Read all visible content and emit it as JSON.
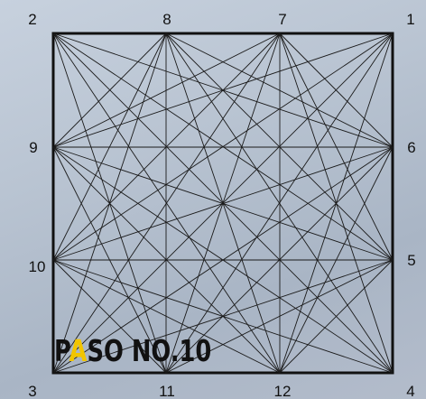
{
  "points": [
    {
      "label": "1"
    },
    {
      "label": "2"
    },
    {
      "label": "3"
    },
    {
      "label": "4"
    },
    {
      "label": "5"
    },
    {
      "label": "6"
    },
    {
      "label": "7"
    },
    {
      "label": "8"
    },
    {
      "label": "9"
    },
    {
      "label": "10"
    },
    {
      "label": "11"
    },
    {
      "label": "12"
    }
  ],
  "title": {
    "letters": [
      "P",
      "A",
      "S",
      "O",
      " ",
      "N",
      "O",
      ".",
      "1",
      "0"
    ],
    "accent_index": 1
  },
  "colors": {
    "line": "#1a1a1a",
    "accent": "#f2c500",
    "text": "#111111"
  }
}
